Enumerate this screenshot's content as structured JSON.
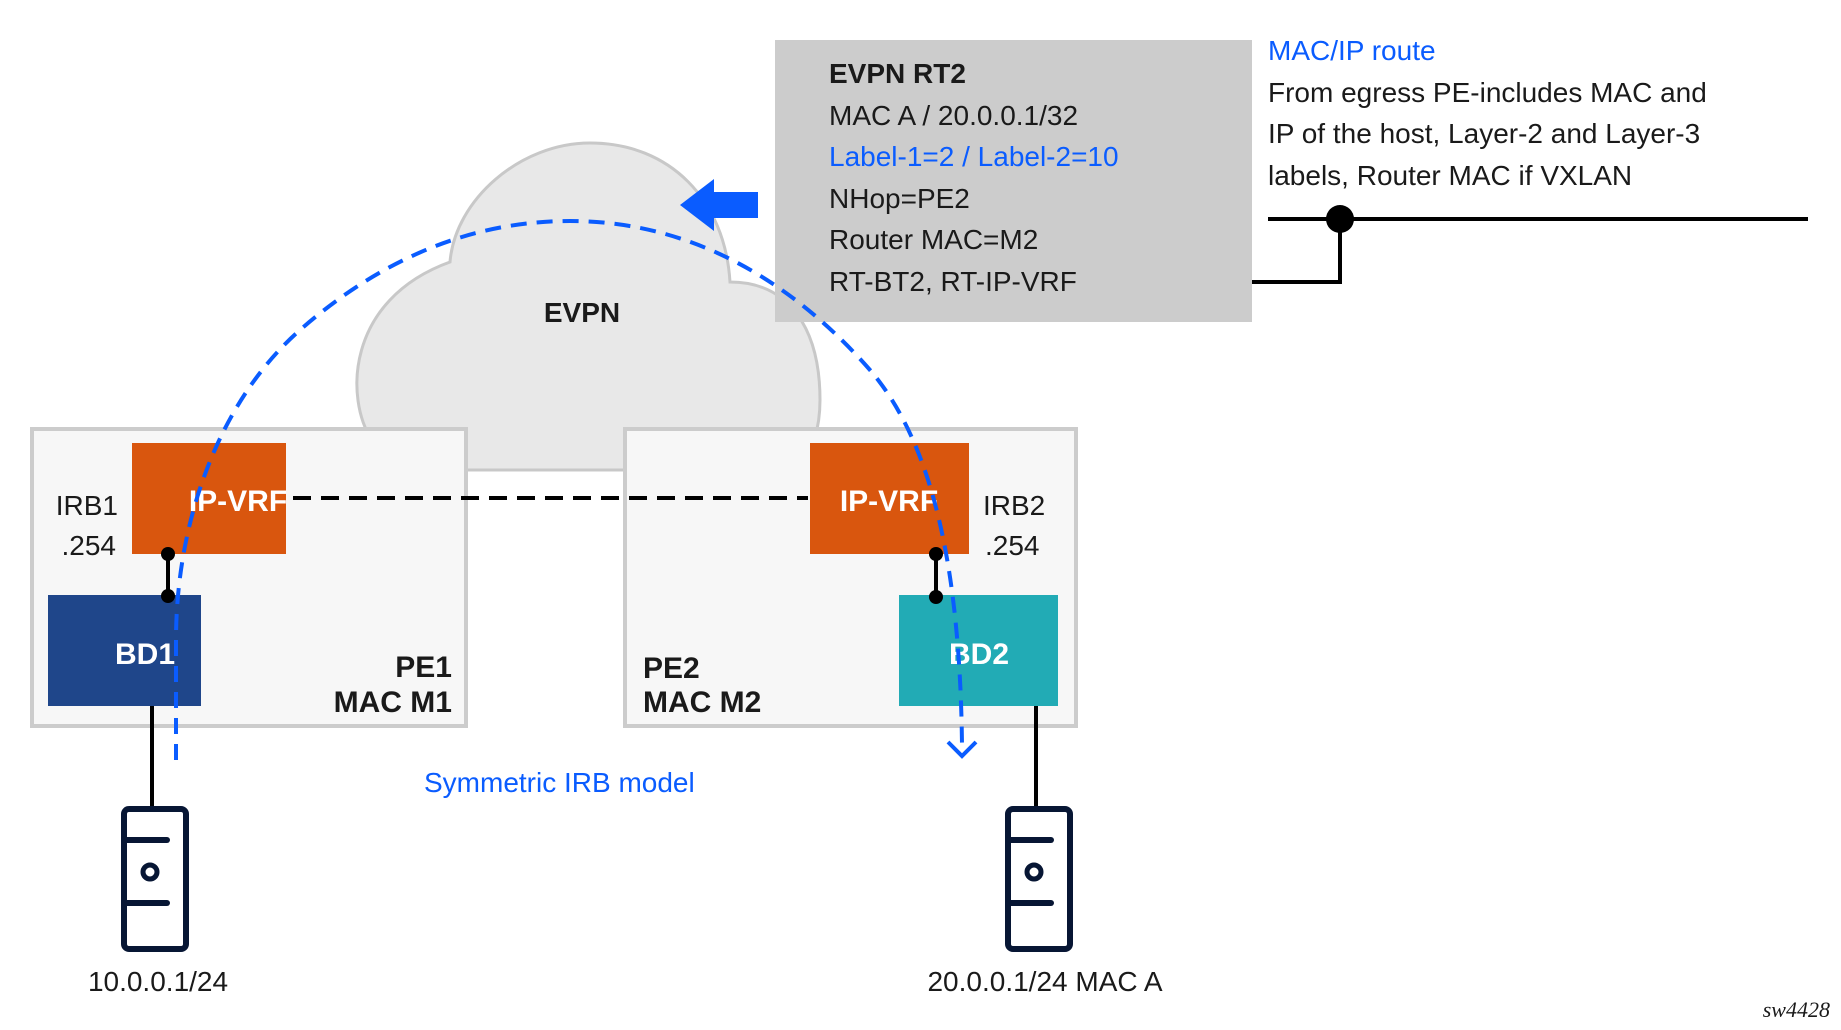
{
  "cloud": {
    "label": "EVPN"
  },
  "route_box": {
    "title": "EVPN RT2",
    "lines": [
      {
        "text": "MAC A / 20.0.0.1/32",
        "highlight": false
      },
      {
        "text": "Label-1=2 / Label-2=10",
        "highlight": true
      },
      {
        "text": "NHop=PE2",
        "highlight": false
      },
      {
        "text": "Router MAC=M2",
        "highlight": false
      },
      {
        "text": "RT-BT2, RT-IP-VRF",
        "highlight": false
      }
    ]
  },
  "callout": {
    "title": "MAC/IP route",
    "lines": [
      "From egress PE-includes MAC and",
      "IP of the host, Layer-2 and Layer-3",
      "labels, Router MAC if VXLAN"
    ]
  },
  "pe1": {
    "name": "PE1",
    "mac": "MAC M1",
    "vrf_label": "IP-VRF",
    "bd_label": "BD1",
    "irb_name": "IRB1",
    "irb_addr": ".254",
    "host_label": "10.0.0.1/24"
  },
  "pe2": {
    "name": "PE2",
    "mac": "MAC M2",
    "vrf_label": "IP-VRF",
    "bd_label": "BD2",
    "irb_name": "IRB2",
    "irb_addr": ".254",
    "host_label": "20.0.0.1/24 MAC A"
  },
  "flow_label": "Symmetric IRB model",
  "figure_id": "sw4428",
  "colors": {
    "accent_blue": "#0a5cff",
    "vrf_orange": "#d9560e",
    "bd1_blue": "#1f468a",
    "bd2_teal": "#22abb5",
    "route_box_gray": "#cccccc",
    "cloud_fill": "#e8e8e8",
    "pe_fill": "#f7f7f7",
    "host_navy": "#071634"
  }
}
